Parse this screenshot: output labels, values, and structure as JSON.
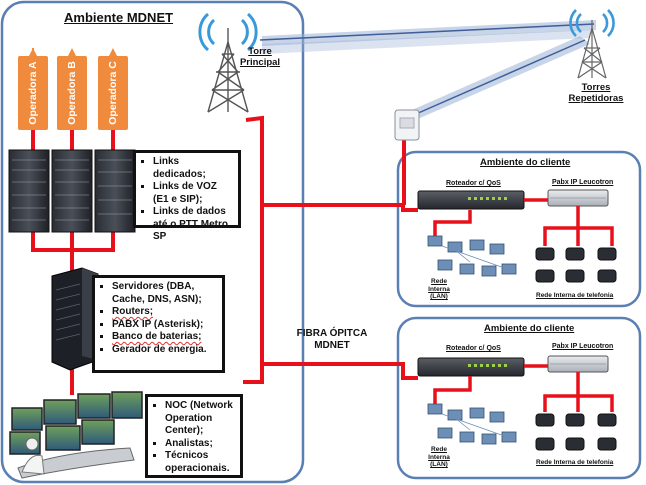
{
  "title": "Ambiente MDNET",
  "operators": [
    "Operadora A",
    "Operadora B",
    "Operadora C"
  ],
  "links_callout": [
    "Links dedicados;",
    "Links de VOZ (E1 e SIP);",
    "Links de dados até o PTT Metro SP"
  ],
  "servers_callout": [
    "Servidores (DBA, Cache, DNS, ASN);",
    "Routers;",
    "PABX IP (Asterisk);",
    "Banco de baterias;",
    "Gerador de energia."
  ],
  "noc_callout": [
    "NOC (Network Operation Center);",
    "Analistas;",
    "Técnicos operacionais."
  ],
  "tower_main_label": "Torre Principal",
  "tower_repeaters_label": "Torres Repetidoras",
  "fiber_label": "FIBRA ÓPITCA MDNET",
  "client": {
    "title": "Ambiente do cliente",
    "router_label": "Roteador c/ QoS",
    "pabx_label": "Pabx IP Leucotron",
    "lan_label": "Rede Interna (LAN)",
    "phone_net_label": "Rede Interna de telefonia"
  },
  "colors": {
    "frame_blue": "#5a7fb3",
    "link_red": "#e8101b",
    "operator_orange": "#f08a3c",
    "wifi_blue": "#3a9ad9"
  }
}
